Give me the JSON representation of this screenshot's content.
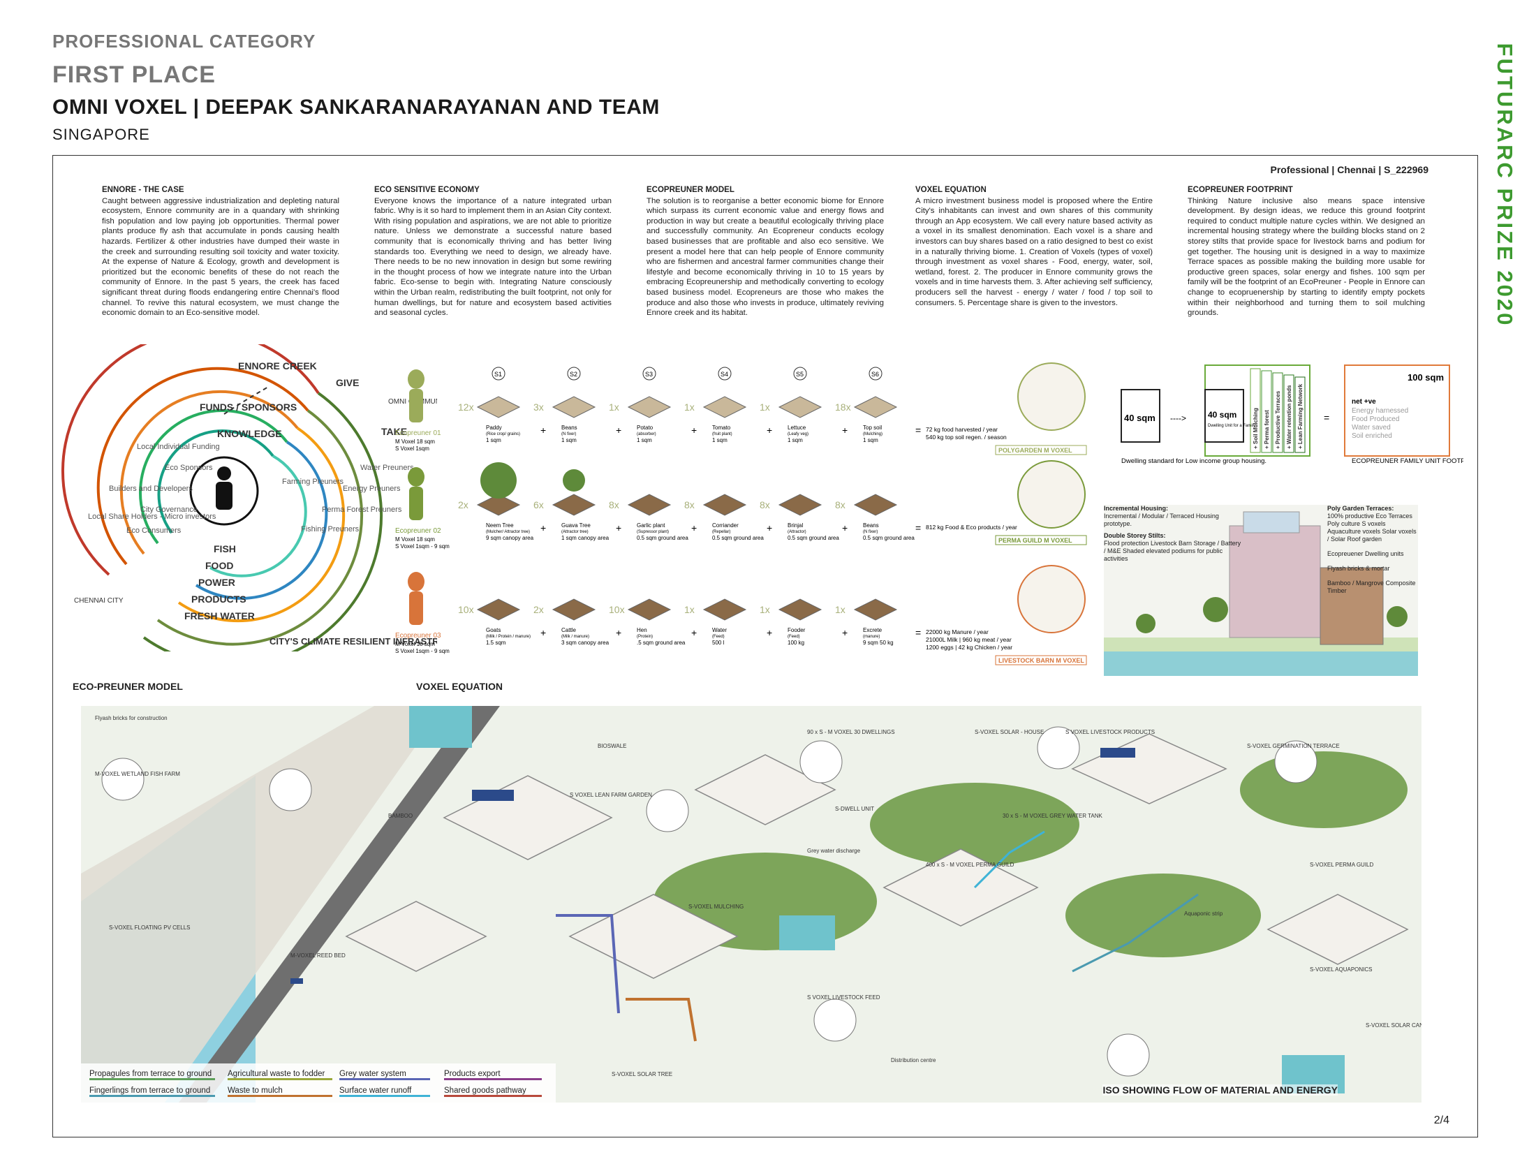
{
  "header": {
    "category": "PROFESSIONAL CATEGORY",
    "place": "FIRST PLACE",
    "title": "OMNI VOXEL | DEEPAK SANKARANARAYANAN AND TEAM",
    "country": "SINGAPORE"
  },
  "side_title": "FUTURARC PRIZE 2020",
  "board": {
    "project_id": "Professional | Chennai | S_222969",
    "page": "2/4"
  },
  "columns": [
    {
      "title": "ENNORE - THE CASE",
      "body": "Caught between aggressive industrialization and depleting natural ecosystem, Ennore community are in a quandary with shrinking fish population and low paying job opportunities. Thermal power plants produce fly ash that accumulate in ponds causing health hazards. Fertilizer & other industries have dumped their waste in the creek and surrounding resulting soil toxicity and water toxicity. At the expense of Nature & Ecology, growth and development is prioritized but the economic benefits of these do not reach the community of Ennore. In the past 5 years, the creek has faced significant threat during floods endangering entire Chennai's flood channel. To revive this natural ecosystem, we must change the economic domain to an Eco-sensitive model."
    },
    {
      "title": "ECO SENSITIVE ECONOMY",
      "body": "Everyone knows the importance of a nature integrated urban fabric. Why is it so hard to implement them in an Asian City context. With rising population and aspirations, we are not able to prioritize nature. Unless we demonstrate a successful nature based community that is economically thriving and has better living standards too. Everything we need to design, we already have. There needs to be no new innovation in design but some rewiring in the thought process of how we integrate nature into the Urban fabric. Eco-sense to begin with. Integrating Nature consciously within the Urban realm, redistributing the built footprint, not only for human dwellings, but for nature and ecosystem based activities and seasonal cycles."
    },
    {
      "title": "ECOPREUNER MODEL",
      "body": "The solution is to reorganise a better economic biome for Ennore which surpass its current economic value and energy flows and production in way but create a beautiful ecologically thriving place and successfully community. An Ecopreneur conducts ecology based businesses that are profitable and also eco sensitive. We present a model here that can help people of Ennore community who are fishermen and ancestral farmer communities change their lifestyle and become economically thriving in 10 to 15 years by embracing Ecopreunership and methodically converting to ecology based business model. Ecopreneurs are those who makes the produce and also those who invests in produce, ultimately reviving Ennore creek and its habitat."
    },
    {
      "title": "VOXEL EQUATION",
      "body": "A micro investment business model is proposed where the Entire City's inhabitants can invest and own shares of this community through an App ecosystem. We call every nature based activity as a voxel in its smallest denomination. Each voxel is a share and investors can buy shares based on a ratio designed to best co exist in a naturally thriving biome. 1. Creation of Voxels (types of voxel) through investment as voxel shares - Food, energy, water, soil, wetland, forest. 2. The producer in Ennore community grows the voxels and in time harvests them. 3. After achieving self sufficiency, producers sell the harvest - energy / water / food / top soil to consumers. 5. Percentage share is given to the investors."
    },
    {
      "title": "ECOPREUNER FOOTPRINT",
      "body": "Thinking Nature inclusive also means space intensive development. By design ideas, we reduce this ground footprint required to conduct multiple nature cycles within. We designed an incremental housing strategy where the building blocks stand on 2 storey stilts that provide space for livestock barns and podium for get together. The housing unit is designed in a way to maximize Terrace spaces as possible making the building more usable for productive green spaces, solar energy and fishes. 100 sqm per family will be the footprint of an EcoPreuner - People in Ennore can change to ecopruenership by starting to identify empty pockets within their neighborhood and turning them to soil mulching grounds."
    }
  ],
  "eco_model": {
    "label": "ECO-PREUNER MODEL",
    "ring_labels": [
      "ENNORE CREEK",
      "FUNDS / SPONSORS",
      "KNOWLEDGE",
      "FISH",
      "FOOD",
      "POWER",
      "PRODUCTS",
      "FRESH WATER",
      "GIVE",
      "TAKE",
      "OMNI COMMUNITY",
      "CHENNAI CITY",
      "CITY'S CLIMATE RESILIENT INFRASTRUCTURE",
      "Water Preuners",
      "Energy Preuners",
      "Perma Forest Preuners",
      "Fishing Preuners",
      "Farming Preuners",
      "Eco Sponsors",
      "Local Share Holders - Micro investors",
      "Builders and Developers",
      "City Governance",
      "Eco Consumers",
      "Local Individual Funding"
    ]
  },
  "voxel_equation": {
    "label": "VOXEL EQUATION",
    "rows": [
      {
        "name": "Ecopreuner 01",
        "sub": [
          "M Voxel 18 sqm",
          "S Voxel 1sqm"
        ],
        "color": "#9bab5a",
        "items": [
          {
            "qty": "12x",
            "name": "Paddy",
            "detail": "(Rice crop/ grains)",
            "area": "1 sqm",
            "tag": "S1"
          },
          {
            "qty": "3x",
            "name": "Beans",
            "detail": "(N fixer)",
            "area": "1 sqm",
            "tag": "S2"
          },
          {
            "qty": "1x",
            "name": "Potato",
            "detail": "(absorber)",
            "area": "1 sqm",
            "tag": "S3"
          },
          {
            "qty": "1x",
            "name": "Tomato",
            "detail": "(fruit plant)",
            "area": "1 sqm",
            "tag": "S4"
          },
          {
            "qty": "1x",
            "name": "Lettuce",
            "detail": "(Leafy veg)",
            "area": "1 sqm",
            "tag": "S5"
          },
          {
            "qty": "18x",
            "name": "Top soil",
            "detail": "(Mulching)",
            "area": "1 sqm",
            "tag": "S6"
          }
        ],
        "result": [
          "72 kg food harvested / year",
          "540 kg top soil regen. / season"
        ],
        "result_tag": "POLYGARDEN M VOXEL"
      },
      {
        "name": "Ecopreuner 02",
        "sub": [
          "M Voxel 18 sqm",
          "S Voxel 1sqm - 9 sqm"
        ],
        "color": "#7a9a3a",
        "items": [
          {
            "qty": "2x",
            "name": "Neem Tree",
            "detail": "(Mulcher/ Attractor tree)",
            "area": "9 sqm canopy area"
          },
          {
            "qty": "6x",
            "name": "Guava Tree",
            "detail": "(Attractor tree)",
            "area": "1 sqm canopy area"
          },
          {
            "qty": "8x",
            "name": "Garlic plant",
            "detail": "(Supressor plant)",
            "area": "0.5 sqm ground area"
          },
          {
            "qty": "8x",
            "name": "Corriander",
            "detail": "(Repellar)",
            "area": "0.5 sqm ground area"
          },
          {
            "qty": "8x",
            "name": "Brinjal",
            "detail": "(Attractor)",
            "area": "0.5 sqm ground area"
          },
          {
            "qty": "8x",
            "name": "Beans",
            "detail": "(N fixer)",
            "area": "0.5 sqm ground area"
          }
        ],
        "result": [
          "812 kg Food & Eco products / year"
        ],
        "result_tag": "PERMA GUILD M VOXEL"
      },
      {
        "name": "Ecopreuner 03",
        "sub": [
          "M Voxel 18 sqm",
          "S Voxel 1sqm - 9 sqm"
        ],
        "color": "#d8743a",
        "items": [
          {
            "qty": "10x",
            "name": "Goats",
            "detail": "(Milk / Protein / manure)",
            "area": "1.5 sqm"
          },
          {
            "qty": "2x",
            "name": "Cattle",
            "detail": "(Milk / manure)",
            "area": "3 sqm canopy area"
          },
          {
            "qty": "10x",
            "name": "Hen",
            "detail": "(Protein)",
            "area": ".5 sqm ground area"
          },
          {
            "qty": "1x",
            "name": "Water",
            "detail": "(Feed)",
            "area": "500 l"
          },
          {
            "qty": "1x",
            "name": "Fooder",
            "detail": "(Feed)",
            "area": "100 kg"
          },
          {
            "qty": "1x",
            "name": "Excrete",
            "detail": "(manure)",
            "area": "9 sqm 50 kg"
          }
        ],
        "result": [
          "22000 kg Manure / year",
          "21000L Milk | 960 kg meat / year",
          "1200 eggs | 42 kg Chicken / year"
        ],
        "result_tag": "LIVESTOCK BARN M VOXEL"
      }
    ]
  },
  "footprint": {
    "box1": "40 sqm",
    "arrow": "---->",
    "box2": "40 sqm",
    "box2_sub": "Dwelling Unit for a Family",
    "bars": [
      "+ Soil Mulching",
      "+ Perma forest",
      "+ Productive Terraces",
      "+ Water retention ponds",
      "+ Lean Farming Network"
    ],
    "eq": "=",
    "box3_title": "100 sqm",
    "box3_lines": [
      "net +ve",
      "Energy harnessed",
      "Food Produced",
      "Water saved",
      "Soil enriched"
    ],
    "caption1": "Dwelling standard for Low income group housing.",
    "caption2": "ECOPREUNER FAMILY UNIT FOOTPRINT"
  },
  "building_notes": {
    "left": [
      {
        "title": "Incremental Housing:",
        "text": "Incremental / Modular / Terraced Housing prototype."
      },
      {
        "title": "Double Storey Stilts:",
        "text": "Flood protection Livestock Barn Storage / Battery / M&E Shaded elevated podiums for public activities"
      }
    ],
    "right": [
      {
        "title": "Poly Garden Terraces:",
        "text": "100% productive Eco Terraces Poly culture S voxels Aquaculture voxels Solar voxels / Solar Roof garden"
      },
      {
        "title": "",
        "text": "Ecopreuener Dwelling units"
      },
      {
        "title": "",
        "text": "Flyash bricks & mortar"
      },
      {
        "title": "",
        "text": "Bamboo / Mangrove Composite Timber"
      }
    ]
  },
  "iso": {
    "caption": "ISO SHOWING FLOW OF MATERIAL AND ENERGY",
    "callouts": [
      "Flyash bricks for construction",
      "BIOSWALE",
      "M-VOXEL WETLAND FISH FARM",
      "BAMBOO",
      "S VOXEL LEAN FARM GARDEN",
      "90 x S - M VOXEL 30 DWELLINGS",
      "S-VOXEL SOLAR - HOUSE",
      "S VOXEL LIVESTOCK PRODUCTS",
      "S-VOXEL GERMINATION TERRACE",
      "S-VOXEL MULCHING",
      "S VOXEL LIVESTOCK FEED",
      "S-VOXEL PERMA GUILD",
      "S-VOXEL AQUAPONICS",
      "S-VOXEL SOLAR CANOPY",
      "S-VOXEL FLOATING PV CELLS",
      "M-VOXEL REED BED",
      "S-VOXEL SOLAR TREE",
      "Grey water discharge",
      "Distribution centre",
      "Aquaponic strip",
      "400 x S - M VOXEL PERMA GUILD",
      "30 x S - M VOXEL GREY WATER TANK",
      "S-DWELL UNIT"
    ],
    "legend": [
      {
        "label": "Propagules from terrace to ground",
        "color": "#5fa05a"
      },
      {
        "label": "Agricultural waste to fodder",
        "color": "#9aa83a"
      },
      {
        "label": "Grey water system",
        "color": "#5a66b5"
      },
      {
        "label": "Products export",
        "color": "#8a3d8a"
      },
      {
        "label": "Fingerlings from terrace to ground",
        "color": "#4a9ab0"
      },
      {
        "label": "Waste to mulch",
        "color": "#c0722f"
      },
      {
        "label": "Surface water runoff",
        "color": "#3fb3d6"
      },
      {
        "label": "Shared goods pathway",
        "color": "#b8493b"
      }
    ]
  }
}
